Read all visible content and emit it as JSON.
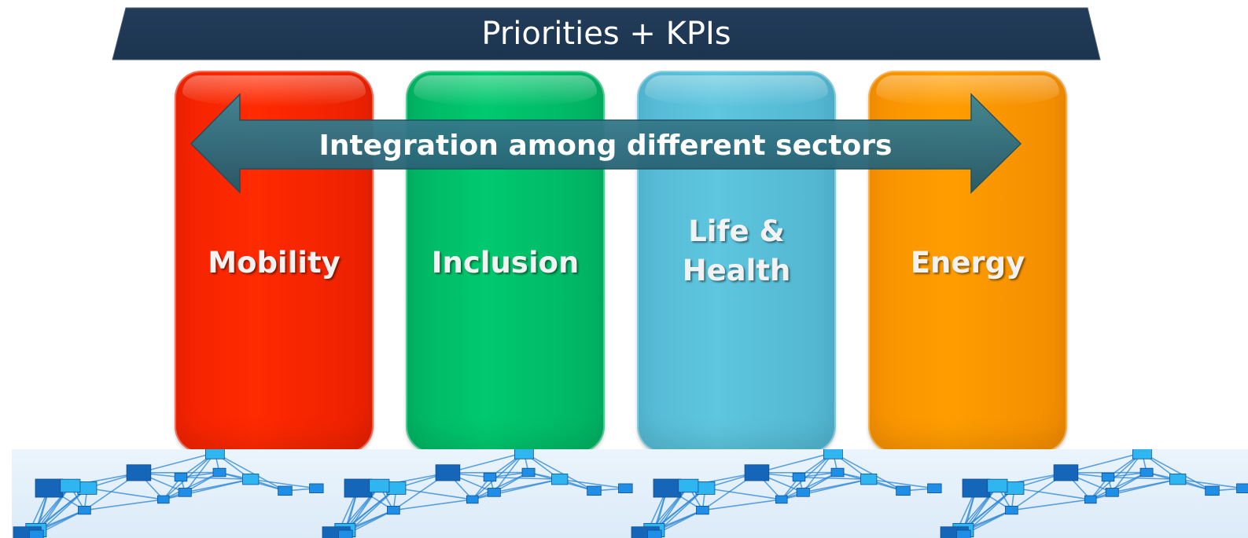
{
  "roof": {
    "title": "Priorities + KPIs"
  },
  "arrow": {
    "label": "Integration among different sectors"
  },
  "pillars": [
    {
      "label": "Mobility",
      "color": "#ff2a00"
    },
    {
      "label": "Inclusion",
      "color": "#00c96e"
    },
    {
      "label": "Life &\nHealth",
      "color": "#5ec6df"
    },
    {
      "label": "Energy",
      "color": "#ff9d00"
    }
  ],
  "foundation": {
    "pattern": "network-mesh",
    "colors": [
      "#1f8ee6",
      "#2fb6f0",
      "#1565b8"
    ]
  }
}
